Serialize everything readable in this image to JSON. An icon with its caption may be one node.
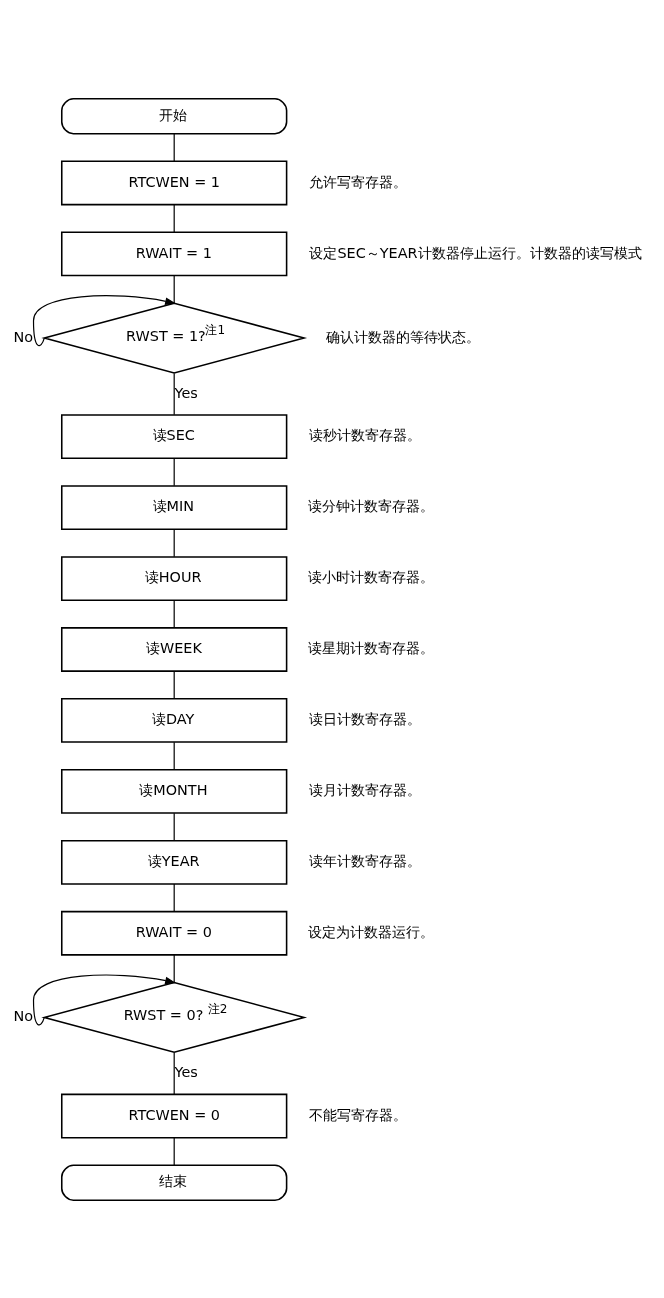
{
  "diagram": {
    "nodes": [
      {
        "text": [
          "开始"
        ]
      },
      {
        "text": [
          "RTCWEN = 1"
        ],
        "beside": [
          "允许写寄存器。"
        ]
      },
      {
        "text": [
          "RWAIT = 1"
        ],
        "beside": [
          "设定SEC～YEAR计数器停止运行。计数器的读写模式"
        ]
      },
      {
        "text": [
          "RWST = 1?$^{注1}$"
        ],
        "beside": [
          "确认计数器的等待状态。"
        ]
      },
      {
        "text": [
          "读SEC"
        ],
        "beside": [
          "读秒计数寄存器。"
        ]
      },
      {
        "text": [
          "读MIN"
        ],
        "beside": [
          "读分钟计数寄存器。"
        ]
      },
      {
        "text": [
          "读HOUR"
        ],
        "beside": [
          "读小时计数寄存器。"
        ]
      },
      {
        "text": [
          "读WEEK"
        ],
        "beside": [
          "读星期计数寄存器。"
        ]
      },
      {
        "text": [
          "读DAY"
        ],
        "beside": [
          "读日计数寄存器。"
        ]
      },
      {
        "text": [
          "读MONTH"
        ],
        "beside": [
          "读月计数寄存器。"
        ]
      },
      {
        "text": [
          "读YEAR"
        ],
        "beside": [
          "读年计数寄存器。"
        ]
      },
      {
        "text": [
          "RWAIT = 0"
        ],
        "beside": [
          "设定为计数器运行。"
        ]
      },
      {
        "text": [
          "RWST = 0? $^{注2}$"
        ]
      },
      {
        "text": [
          "RTCWEN = 0"
        ],
        "beside": [
          "不能写寄存器。"
        ]
      },
      {
        "text": [
          "结束"
        ]
      }
    ],
    "edges": [
      {
        "from": 0,
        "to": 1,
        "arrow": "none"
      },
      {
        "from": 1,
        "to": 2,
        "arrow": "none"
      },
      {
        "from": 2,
        "to": 3,
        "arrow": "none"
      },
      {
        "from": 3,
        "to": 3,
        "label": "No",
        "arrow": "to"
      },
      {
        "from": 3,
        "to": 4,
        "label": "Yes",
        "arrow": "none"
      },
      {
        "from": 4,
        "to": 5,
        "arrow": "none"
      },
      {
        "from": 5,
        "to": 6,
        "arrow": "none"
      },
      {
        "from": 6,
        "to": 7,
        "arrow": "none"
      },
      {
        "from": 7,
        "to": 8,
        "arrow": "none"
      },
      {
        "from": 8,
        "to": 9,
        "arrow": "none"
      },
      {
        "from": 9,
        "to": 10,
        "arrow": "none"
      },
      {
        "from": 10,
        "to": 11,
        "arrow": "none"
      },
      {
        "from": 11,
        "to": 12,
        "arrow": "none"
      },
      {
        "from": 12,
        "to": 12,
        "label": "No",
        "arrow": "to"
      },
      {
        "from": 12,
        "to": 13,
        "label": "Yes",
        "arrow": "none"
      },
      {
        "from": 13,
        "to": 14,
        "arrow": "none"
      }
    ]
  }
}
